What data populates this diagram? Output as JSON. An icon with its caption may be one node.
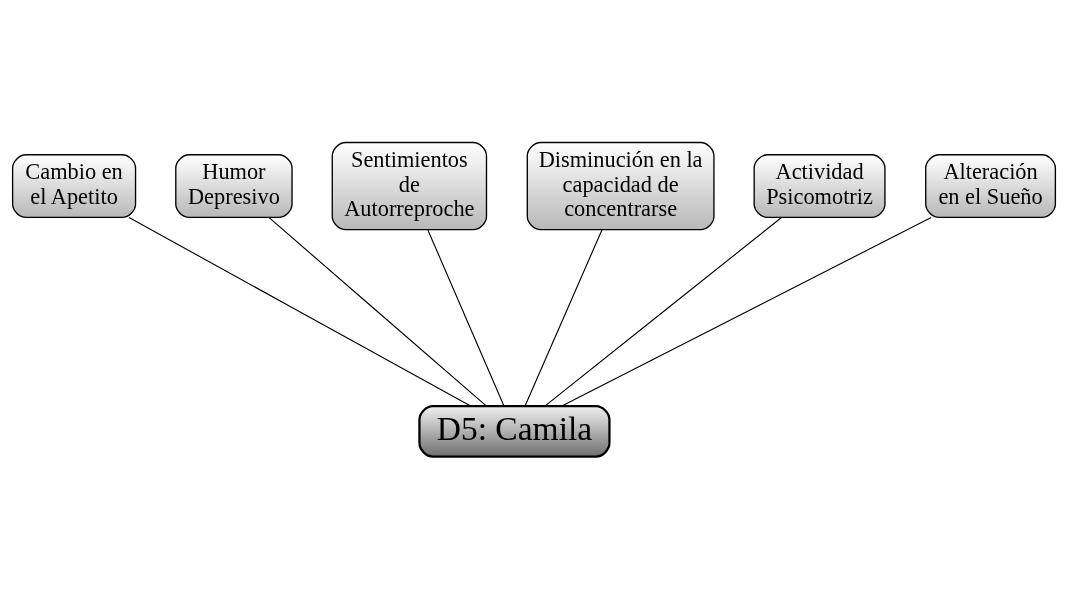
{
  "diagram": {
    "nodes": [
      {
        "text": [
          "Sentimientos de Autorreproche"
        ]
      },
      {
        "text": [
          "Disminución en la capacidad de concentrarse"
        ]
      },
      {
        "text": [
          "Humor Depresivo"
        ]
      },
      {
        "text": [
          "Actividad Psicomotriz"
        ]
      },
      {
        "text": [
          "Cambio en el Apetito"
        ]
      },
      {
        "text": [
          "Alteración en el Sueño"
        ]
      },
      {
        "text": [
          "D5: Camila"
        ]
      }
    ],
    "edges": [
      {
        "from": 6,
        "to": 4,
        "arrow": "none"
      },
      {
        "from": 6,
        "to": 2,
        "arrow": "none"
      },
      {
        "from": 6,
        "to": 0,
        "arrow": "none"
      },
      {
        "from": 6,
        "to": 1,
        "arrow": "none"
      },
      {
        "from": 6,
        "to": 3,
        "arrow": "none"
      },
      {
        "from": 6,
        "to": 5,
        "arrow": "none"
      }
    ]
  }
}
